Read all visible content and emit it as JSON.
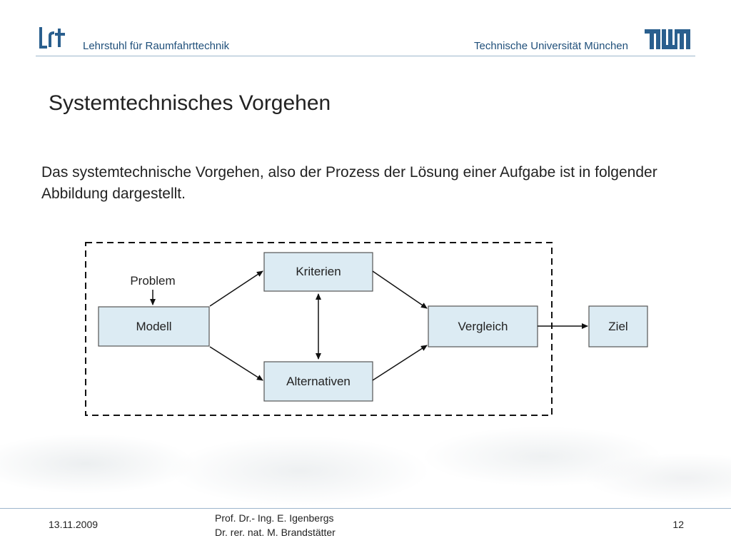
{
  "header": {
    "chair_name": "Lehrstuhl für Raumfahrttechnik",
    "university_name": "Technische Universität München"
  },
  "slide": {
    "title": "Systemtechnisches Vorgehen",
    "paragraph": "Das systemtechnische Vorgehen, also der Prozess der Lösung einer Aufgabe ist in folgender Abbildung dargestellt."
  },
  "diagram": {
    "input_label": "Problem",
    "boxes": {
      "modell": "Modell",
      "kriterien": "Kriterien",
      "alternativen": "Alternativen",
      "vergleich": "Vergleich",
      "ziel": "Ziel"
    },
    "colors": {
      "box_fill": "#dcebf3",
      "box_stroke": "#555555",
      "arrow": "#111111"
    }
  },
  "footer": {
    "date": "13.11.2009",
    "author_1": "Prof. Dr.- Ing.  E. Igenbergs",
    "author_2": "Dr. rer. nat. M. Brandstätter",
    "page": "12"
  },
  "icons": {
    "chair_logo": "lrt-logo-icon",
    "university_logo": "tum-logo-icon"
  }
}
